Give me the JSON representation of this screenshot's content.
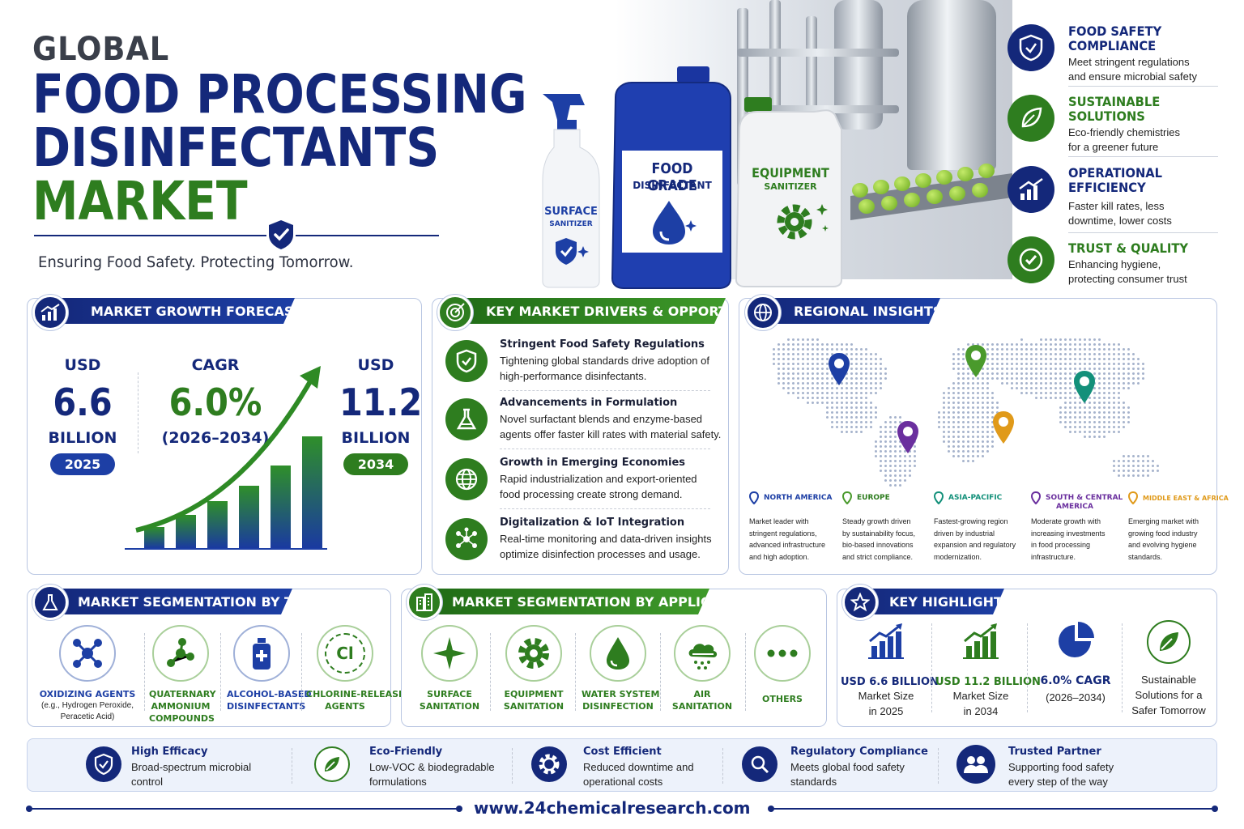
{
  "header": {
    "line0": "GLOBAL",
    "line1": "FOOD PROCESSING",
    "line2": "DISINFECTANTS",
    "line3": "MARKET",
    "tagline": "Ensuring Food Safety. Protecting Tomorrow."
  },
  "products": {
    "spray": {
      "title": "SURFACE",
      "sub": "SANITIZER"
    },
    "jug": {
      "title": "FOOD GRADE",
      "sub": "DISINFECTANT"
    },
    "can": {
      "title": "EQUIPMENT",
      "sub": "SANITIZER"
    }
  },
  "features": [
    {
      "title1": "FOOD SAFETY",
      "title2": "COMPLIANCE",
      "desc1": "Meet stringent regulations",
      "desc2": "and ensure microbial safety",
      "icon": "shield-check-icon"
    },
    {
      "title1": "SUSTAINABLE",
      "title2": "SOLUTIONS",
      "desc1": "Eco-friendly chemistries",
      "desc2": "for a greener future",
      "icon": "leaf-icon"
    },
    {
      "title1": "OPERATIONAL",
      "title2": "EFFICIENCY",
      "desc1": "Faster kill rates, less",
      "desc2": "downtime, lower costs",
      "icon": "growth-chart-icon"
    },
    {
      "title1": "TRUST & QUALITY",
      "desc1": "Enhancing hygiene,",
      "desc2": "protecting consumer trust",
      "icon": "check-badge-icon"
    }
  ],
  "growth": {
    "title": "MARKET GROWTH FORECAST",
    "start": {
      "prefix": "USD",
      "value": "6.6",
      "unit": "BILLION",
      "year": "2025"
    },
    "cagr": {
      "label": "CAGR",
      "value": "6.0%",
      "period": "(2026–2034)"
    },
    "end": {
      "prefix": "USD",
      "value": "11.2",
      "unit": "BILLION",
      "year": "2034"
    },
    "bar_levels": [
      0.19,
      0.3,
      0.42,
      0.56,
      0.74,
      1.0
    ]
  },
  "drivers": {
    "title": "KEY MARKET DRIVERS & OPPORTUNITIES",
    "items": [
      {
        "title": "Stringent Food Safety Regulations",
        "d1": "Tightening global standards drive adoption of",
        "d2": "high-performance disinfectants.",
        "icon": "shield-check-icon"
      },
      {
        "title": "Advancements in Formulation",
        "d1": "Novel surfactant blends and enzyme-based",
        "d2": "agents offer faster kill rates with material safety.",
        "icon": "flask-icon"
      },
      {
        "title": "Growth in Emerging Economies",
        "d1": "Rapid industrialization and export-oriented",
        "d2": "food processing create strong demand.",
        "icon": "globe-icon"
      },
      {
        "title": "Digitalization & IoT Integration",
        "d1": "Real-time monitoring and data-driven insights",
        "d2": "optimize disinfection processes and usage.",
        "icon": "network-icon"
      }
    ]
  },
  "regions": {
    "title": "REGIONAL INSIGHTS",
    "items": [
      {
        "name": "NORTH AMERICA",
        "color": "#1d3fa5",
        "d": [
          "Market leader with",
          "stringent regulations,",
          "advanced infrastructure",
          "and high adoption."
        ]
      },
      {
        "name": "EUROPE",
        "color": "#4a9a2c",
        "d": [
          "Steady growth driven",
          "by sustainability focus,",
          "bio-based innovations",
          "and strict compliance."
        ]
      },
      {
        "name": "ASIA-PACIFIC",
        "color": "#13907a",
        "d": [
          "Fastest-growing region",
          "driven by industrial",
          "expansion and regulatory",
          "modernization."
        ]
      },
      {
        "name": "SOUTH & CENTRAL",
        "name2": "AMERICA",
        "color": "#6a2f9e",
        "d": [
          "Moderate growth with",
          "increasing investments",
          "in food processing",
          "infrastructure."
        ]
      },
      {
        "name": "MIDDLE EAST & AFRICA",
        "color": "#e09a1a",
        "d": [
          "Emerging market with",
          "growing food industry",
          "and evolving hygiene",
          "standards."
        ]
      }
    ]
  },
  "seg_type": {
    "title": "MARKET SEGMENTATION BY TYPE",
    "items": [
      {
        "l1": "OXIDIZING AGENTS",
        "s1": "(e.g., Hydrogen Peroxide,",
        "s2": "Peracetic Acid)",
        "icon": "molecule-icon"
      },
      {
        "l1": "QUATERNARY",
        "l2": "AMMONIUM",
        "l3": "COMPOUNDS",
        "icon": "atom-chain-icon"
      },
      {
        "l1": "ALCOHOL-BASED",
        "l2": "DISINFECTANTS",
        "icon": "bottle-icon"
      },
      {
        "l1": "CHLORINE-RELEASING",
        "l2": "AGENTS",
        "icon": "chlorine-icon",
        "glyph": "Cl"
      }
    ]
  },
  "seg_app": {
    "title": "MARKET SEGMENTATION BY APPLICATION",
    "items": [
      {
        "l1": "SURFACE",
        "l2": "SANITATION",
        "icon": "sparkle-icon"
      },
      {
        "l1": "EQUIPMENT",
        "l2": "SANITATION",
        "icon": "gear-icon"
      },
      {
        "l1": "WATER SYSTEM",
        "l2": "DISINFECTION",
        "icon": "water-drop-icon"
      },
      {
        "l1": "AIR",
        "l2": "SANITATION",
        "icon": "cloud-icon"
      },
      {
        "l1": "OTHERS",
        "icon": "more-dots-icon"
      }
    ]
  },
  "highlights": {
    "title": "KEY HIGHLIGHTS",
    "items": [
      {
        "v": "USD 6.6 BILLION",
        "d1": "Market Size",
        "d2": "in 2025",
        "icon": "bar-chart-icon"
      },
      {
        "v": "USD 11.2 BILLION",
        "d1": "Market Size",
        "d2": "in 2034",
        "icon": "bar-chart-green-icon"
      },
      {
        "v": "6.0% CAGR",
        "d1": "(2026–2034)",
        "icon": "pie-chart-icon"
      },
      {
        "d0": "Sustainable",
        "d1": "Solutions for a",
        "d2": "Safer Tomorrow",
        "icon": "leaf-icon"
      }
    ]
  },
  "benefits": [
    {
      "t": "High Efficacy",
      "d1": "Broad-spectrum microbial",
      "d2": "control",
      "icon": "shield-check-icon"
    },
    {
      "t": "Eco-Friendly",
      "d1": "Low-VOC & biodegradable",
      "d2": "formulations",
      "icon": "leaf-icon"
    },
    {
      "t": "Cost Efficient",
      "d1": "Reduced downtime and",
      "d2": "operational costs",
      "icon": "gear-icon"
    },
    {
      "t": "Regulatory Compliance",
      "d1": "Meets global food safety",
      "d2": "standards",
      "icon": "magnifier-icon"
    },
    {
      "t": "Trusted Partner",
      "d1": "Supporting food safety",
      "d2": "every step of the way",
      "icon": "people-icon"
    }
  ],
  "footer": {
    "url": "www.24chemicalresearch.com"
  },
  "colors": {
    "navy": "#14287a",
    "blue": "#1d3fa5",
    "green": "#2e7d1f"
  }
}
